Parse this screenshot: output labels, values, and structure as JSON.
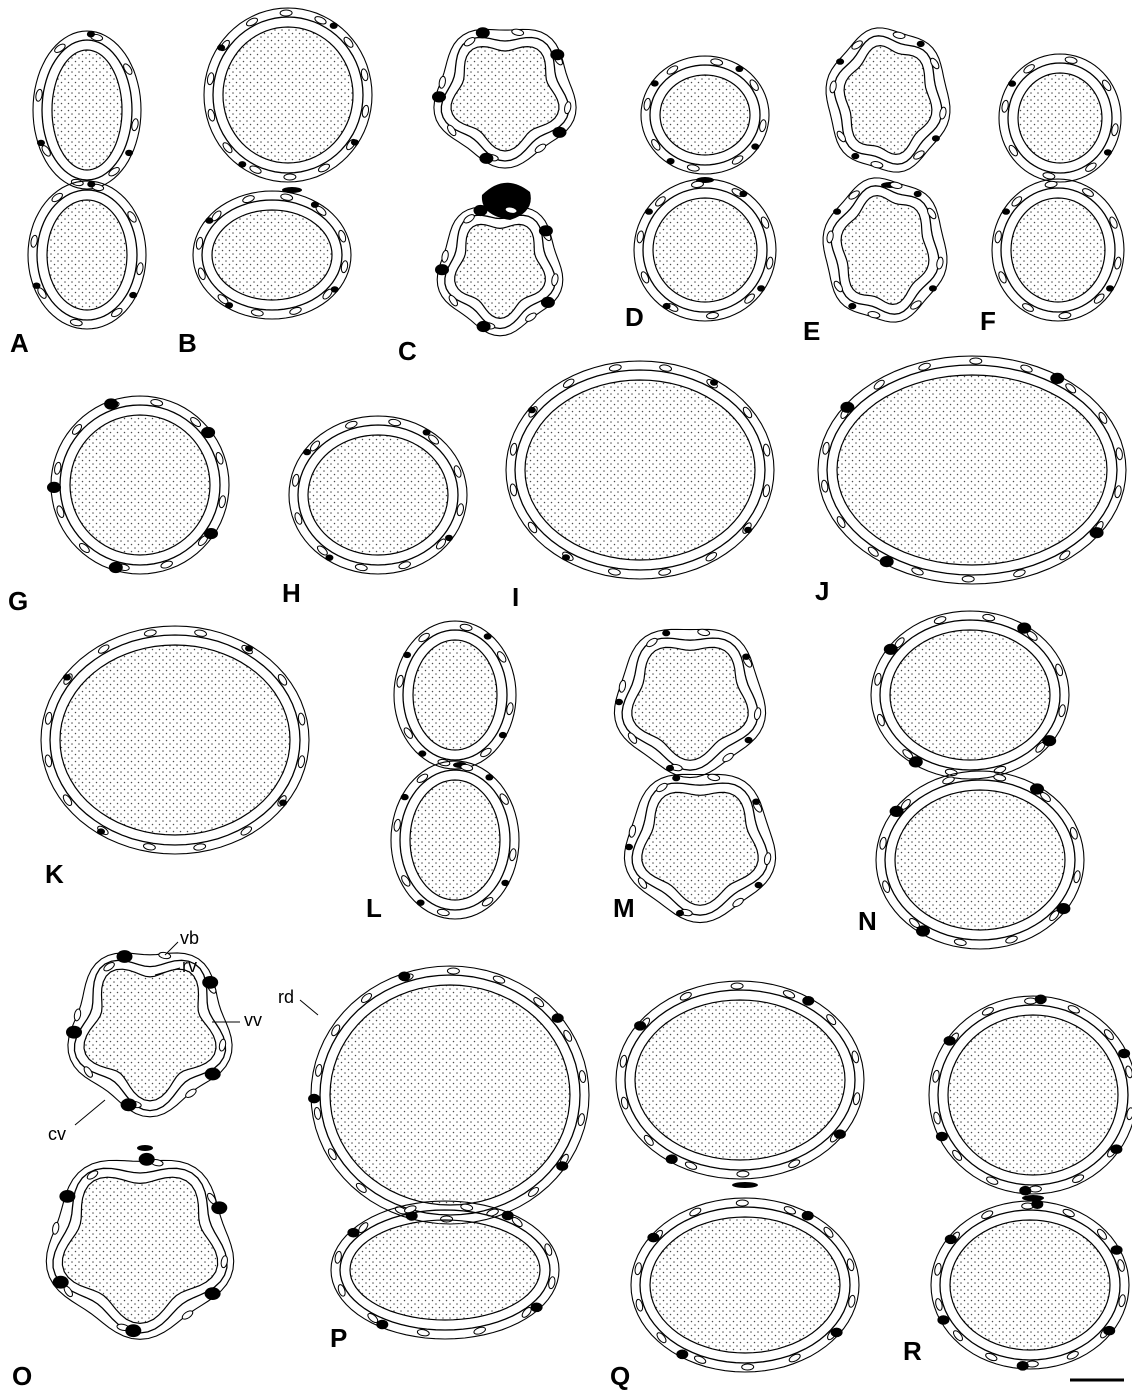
{
  "figure": {
    "panel_labels": [
      "A",
      "B",
      "C",
      "D",
      "E",
      "F",
      "G",
      "H",
      "I",
      "J",
      "K",
      "L",
      "M",
      "N",
      "O",
      "P",
      "Q",
      "R"
    ],
    "annotations": {
      "vb": "vb",
      "rv": "rv",
      "vv": "vv",
      "cv": "cv",
      "rd": "rd"
    },
    "scale_bar_label": ""
  },
  "colors": {
    "ink": "#000000",
    "stipple": "#4d4d4d",
    "background": "#ffffff"
  }
}
